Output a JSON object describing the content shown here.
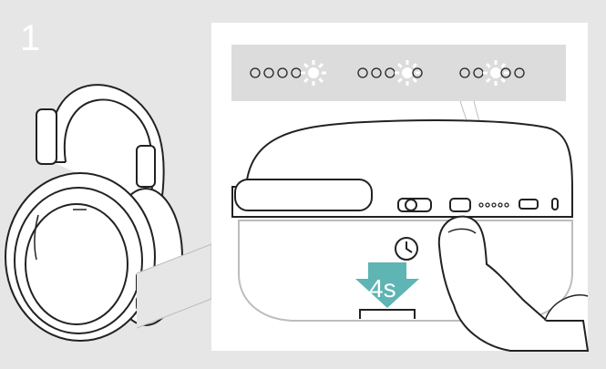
{
  "step": {
    "number": "1"
  },
  "press": {
    "duration": "4s"
  },
  "led_sequence": [
    [
      "off",
      "off",
      "off",
      "off",
      "lit"
    ],
    [
      "off",
      "off",
      "off",
      "lit",
      "off"
    ],
    [
      "off",
      "off",
      "lit",
      "off",
      "off"
    ]
  ],
  "icons": {
    "headset": "over-ear-headset-icon",
    "timer": "clock-icon",
    "hand": "pressing-finger-icon",
    "arrow": "press-down-arrow-icon"
  },
  "colors": {
    "background": "#e6e6e6",
    "arrow": "#5fb4b4",
    "led_strip": "#dcdcdc",
    "line": "#222222"
  }
}
